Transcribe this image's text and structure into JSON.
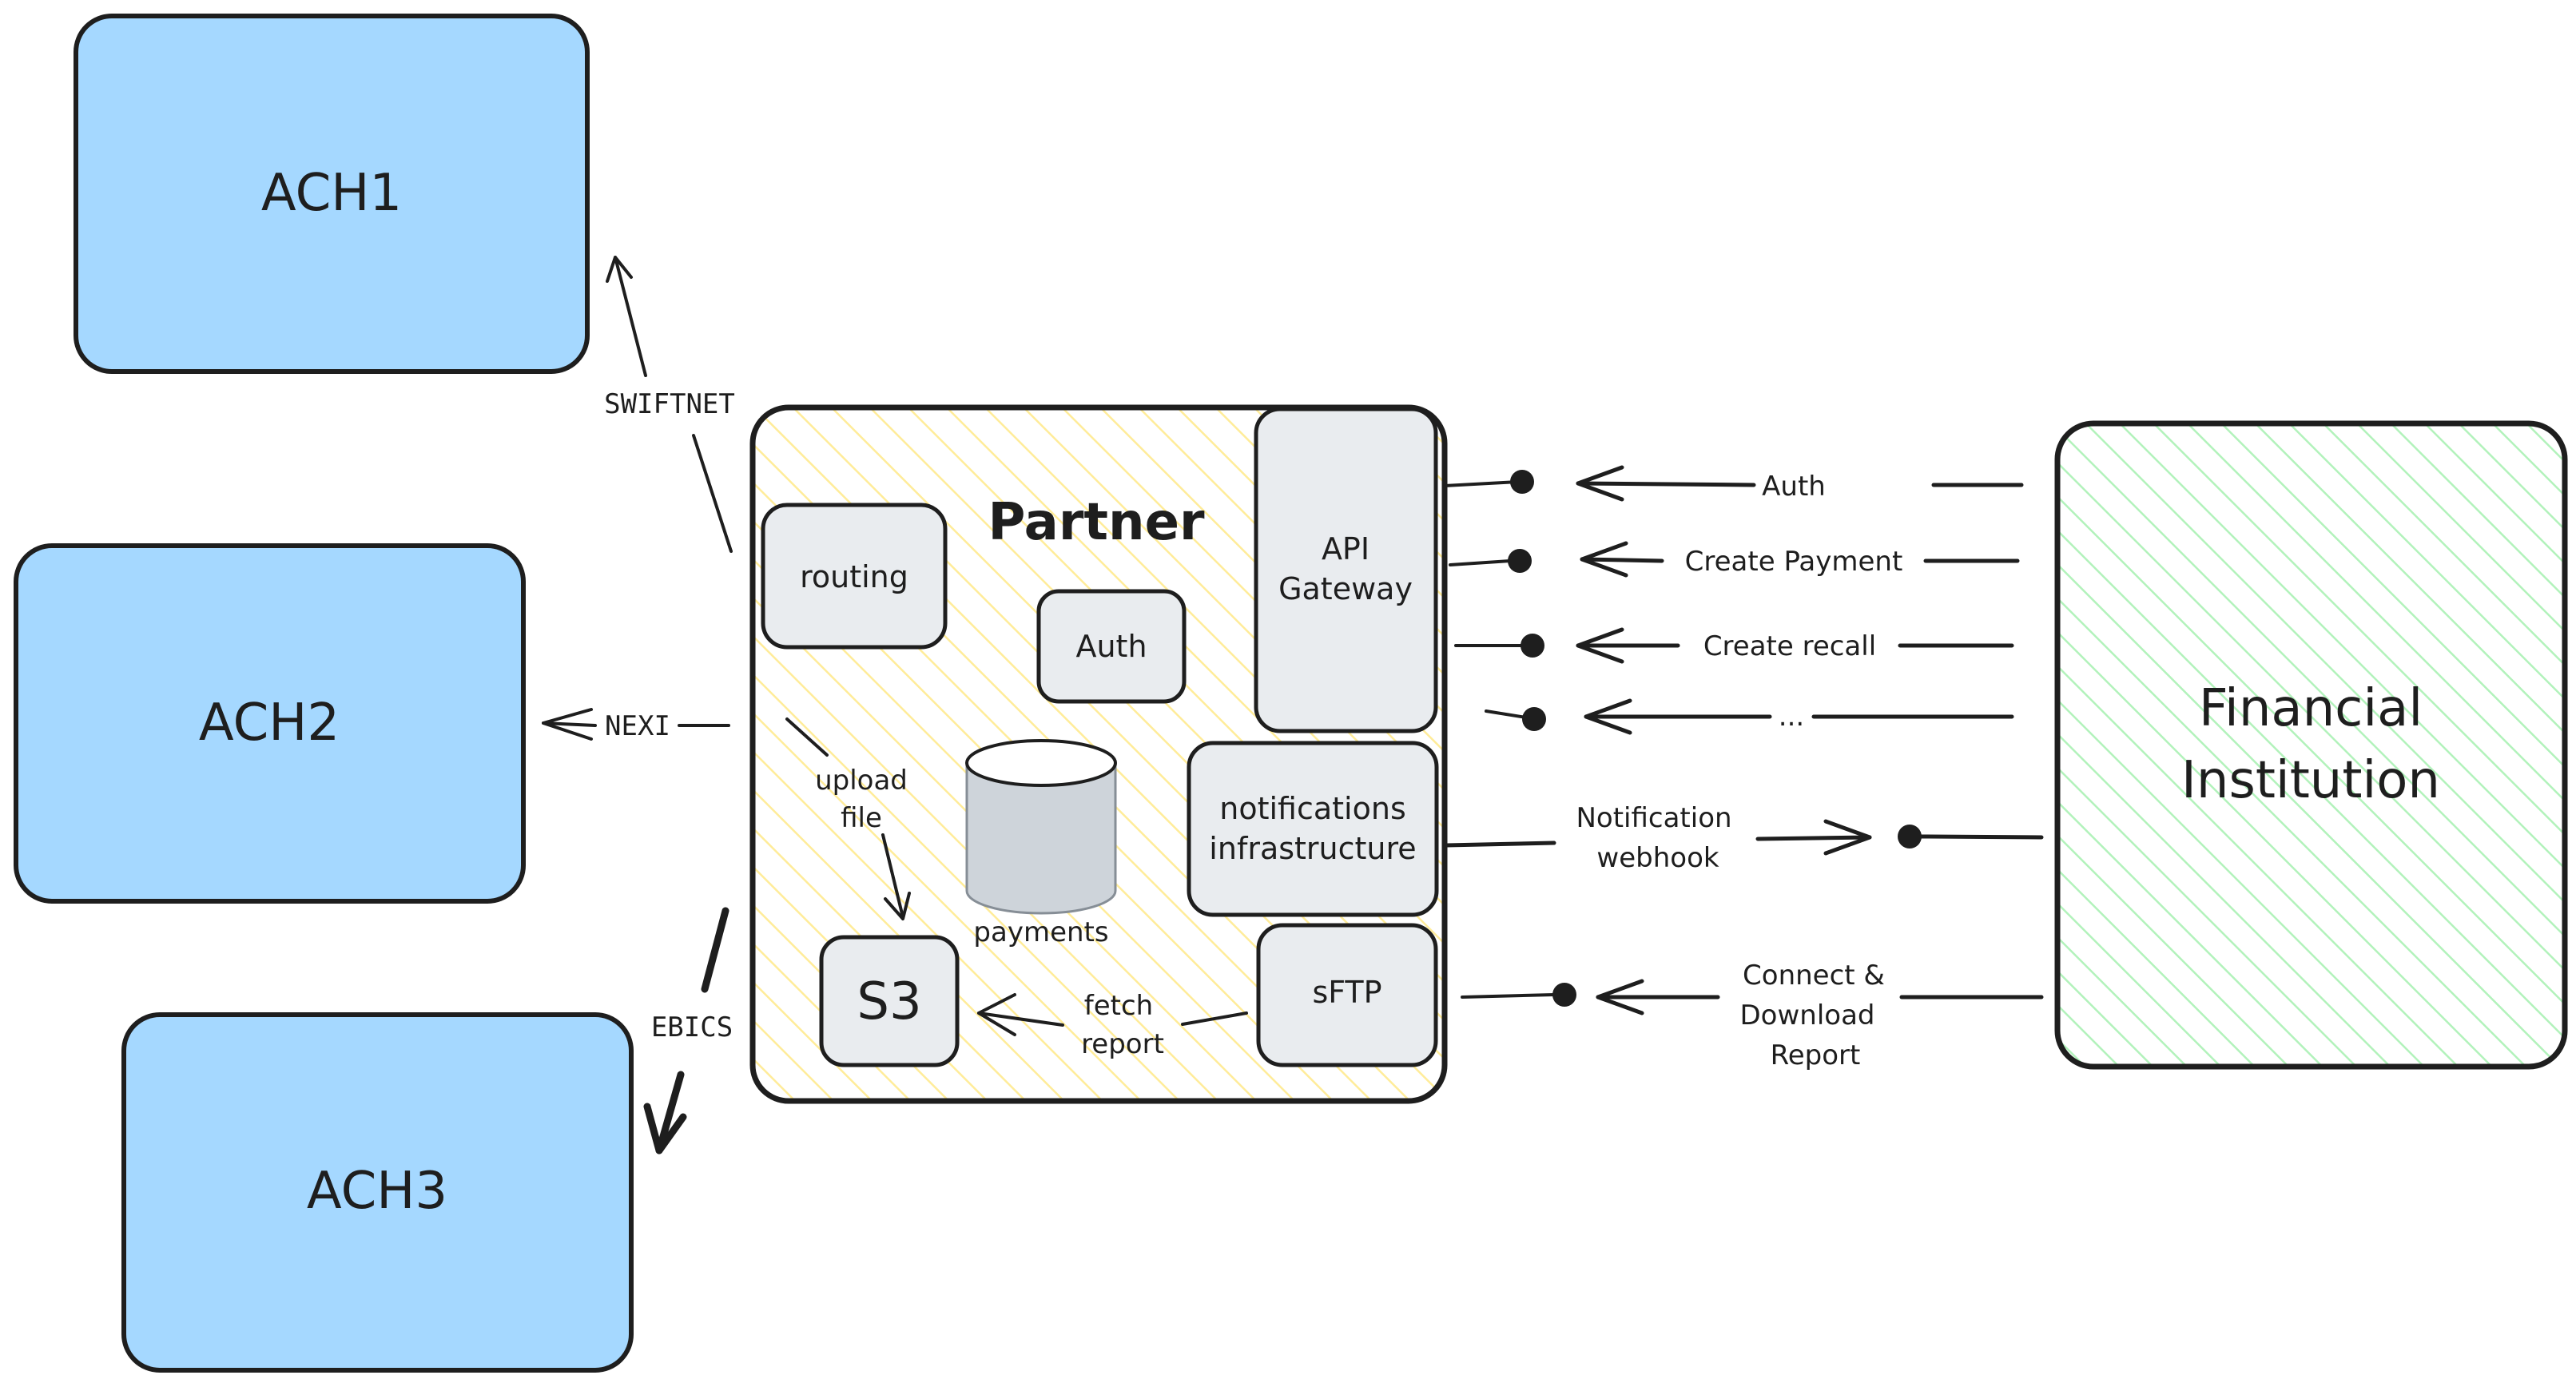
{
  "colors": {
    "ach_fill": "#a5d8ff",
    "partner_hatch": "#ffec99",
    "fi_hatch": "#b2f2bb",
    "component_fill": "#e9ecef",
    "db_fill": "#ced4da",
    "stroke": "#1e1e1e"
  },
  "ach": {
    "ach1": "ACH1",
    "ach2": "ACH2",
    "ach3": "ACH3"
  },
  "partner": {
    "title": "Partner",
    "routing": "routing",
    "auth": "Auth",
    "api_gateway_line1": "API",
    "api_gateway_line2": "Gateway",
    "notifications_line1": "notifications",
    "notifications_line2": "infrastructure",
    "sftp": "sFTP",
    "s3": "S3",
    "payments": "payments",
    "upload_line1": "upload",
    "upload_line2": "file",
    "fetch_line1": "fetch",
    "fetch_line2": "report"
  },
  "links": {
    "swiftnet": "SWIFTNET",
    "nexi": "NEXI",
    "ebics": "EBICS"
  },
  "fi": {
    "line1": "Financial",
    "line2": "Institution"
  },
  "requests": {
    "auth": "Auth",
    "create_payment": "Create Payment",
    "create_recall": "Create recall",
    "more": "...",
    "webhook_line1": "Notification",
    "webhook_line2": "webhook",
    "report_line1": "Connect &",
    "report_line2": "Download",
    "report_line3": "Report"
  }
}
